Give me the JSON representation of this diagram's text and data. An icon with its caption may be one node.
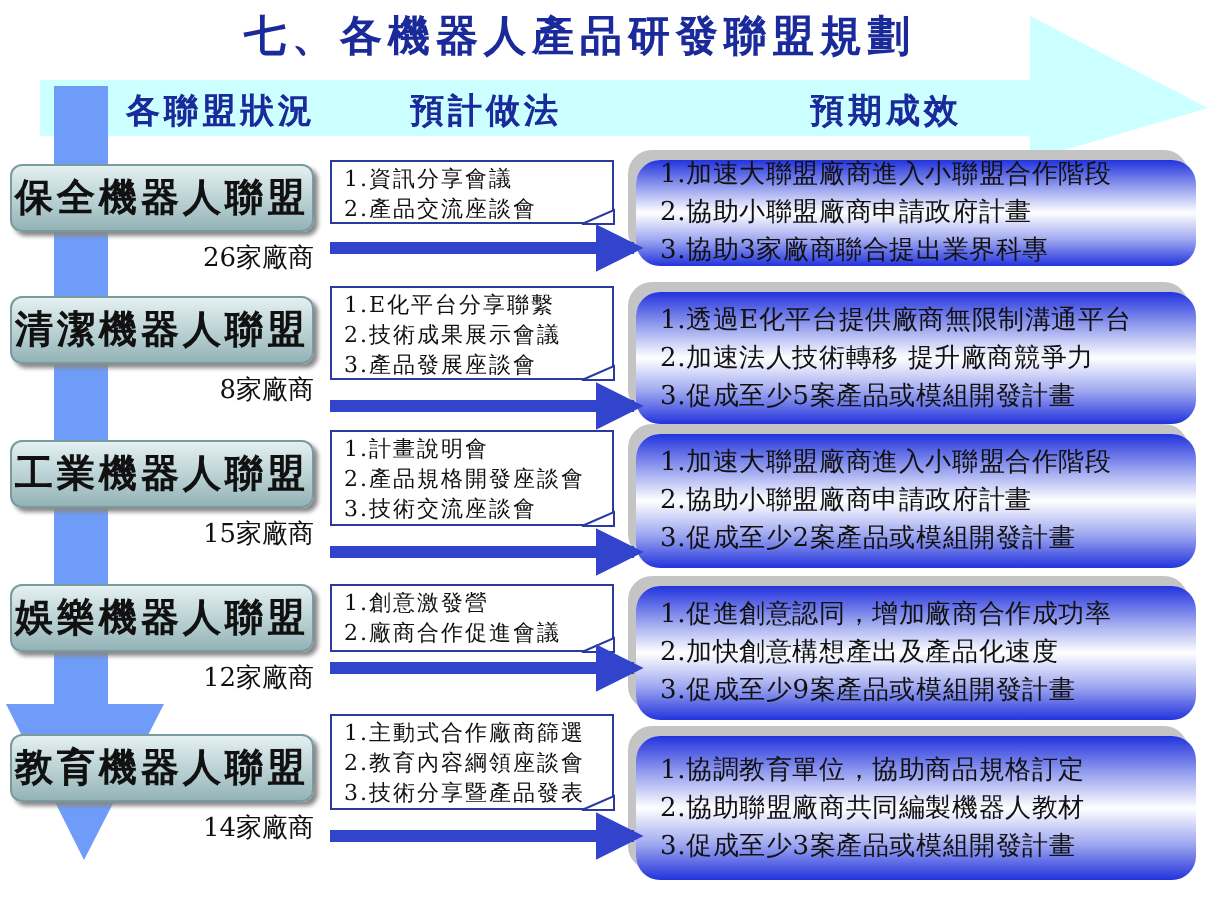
{
  "diagram": {
    "title": "七、各機器人產品研發聯盟規劃",
    "nodes": [
      {
        "text": [
          "保全機器人聯盟"
        ],
        "beside": [
          "26家廠商"
        ]
      },
      {
        "text": [
          "1.資訊分享會議",
          "2.產品交流座談會"
        ]
      },
      {
        "text": [
          "1.加速大聯盟廠商進入小聯盟合作階段",
          "2.協助小聯盟廠商申請政府計畫",
          "3.協助3家廠商聯合提出業界科專"
        ]
      },
      {
        "text": [
          "清潔機器人聯盟"
        ],
        "beside": [
          "8家廠商"
        ]
      },
      {
        "text": [
          "1.E化平台分享聯繫",
          "2.技術成果展示會議",
          "3.產品發展座談會"
        ]
      },
      {
        "text": [
          "1.透過E化平台提供廠商無限制溝通平台",
          "2.加速法人技術轉移 提升廠商競爭力",
          "3.促成至少5案產品或模組開發計畫"
        ]
      },
      {
        "text": [
          "工業機器人聯盟"
        ],
        "beside": [
          "15家廠商"
        ]
      },
      {
        "text": [
          "1.計畫說明會",
          "2.產品規格開發座談會",
          "3.技術交流座談會"
        ]
      },
      {
        "text": [
          "1.加速大聯盟廠商進入小聯盟合作階段",
          "2.協助小聯盟廠商申請政府計畫",
          "3.促成至少2案產品或模組開發計畫"
        ]
      },
      {
        "text": [
          "娛樂機器人聯盟"
        ],
        "beside": [
          "12家廠商"
        ]
      },
      {
        "text": [
          "1.創意激發營",
          "2.廠商合作促進會議"
        ]
      },
      {
        "text": [
          "1.促進創意認同，增加廠商合作成功率",
          "2.加快創意構想產出及產品化速度",
          "3.促成至少9案產品或模組開發計畫"
        ]
      },
      {
        "text": [
          "教育機器人聯盟"
        ],
        "beside": [
          "14家廠商"
        ]
      },
      {
        "text": [
          "1.主動式合作廠商篩選",
          "2.教育內容綱領座談會",
          "3.技術分享暨產品發表"
        ]
      },
      {
        "text": [
          "1.協調教育單位，協助商品規格訂定",
          "2.協助聯盟廠商共同編製機器人教材",
          "3.促成至少3案產品或模組開發計畫"
        ]
      }
    ],
    "edges": [
      {
        "from": 0,
        "to": 2,
        "arrow": "to"
      },
      {
        "from": 3,
        "to": 5,
        "arrow": "to"
      },
      {
        "from": 6,
        "to": 8,
        "arrow": "to"
      },
      {
        "from": 9,
        "to": 11,
        "arrow": "to"
      },
      {
        "from": 12,
        "to": 14,
        "arrow": "to"
      }
    ],
    "labels": [
      "各聯盟狀況",
      "預計做法",
      "預期成效"
    ]
  }
}
